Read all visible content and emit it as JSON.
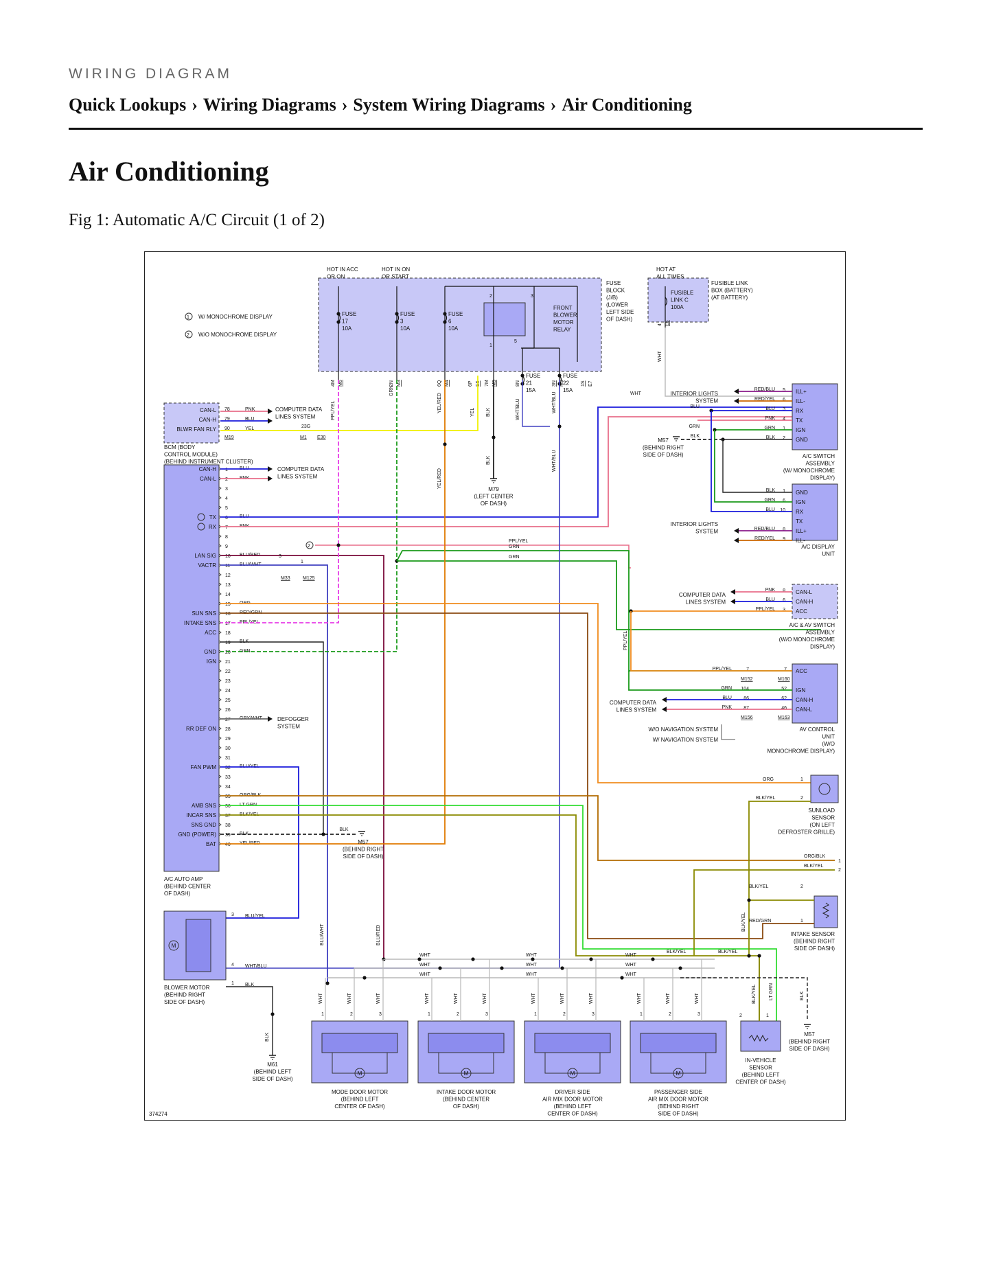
{
  "header": {
    "eyebrow": "WIRING DIAGRAM",
    "breadcrumb": [
      "Quick Lookups",
      "Wiring Diagrams",
      "System Wiring Diagrams",
      "Air Conditioning"
    ],
    "breadcrumb_separator": "›"
  },
  "page": {
    "title": "Air Conditioning",
    "figure_caption": "Fig 1: Automatic A/C Circuit (1 of 2)"
  },
  "diagram": {
    "figure_id": "374274",
    "legend": {
      "n1": "W/ MONOCHROME DISPLAY",
      "n2": "W/O MONOCHROME DISPLAY"
    },
    "power": {
      "hot_acc": [
        "HOT IN ACC",
        "OR ON"
      ],
      "hot_start": [
        "HOT IN ON",
        "OR START"
      ],
      "hot_always": [
        "HOT AT",
        "ALL TIMES"
      ],
      "fuse_block": [
        "FUSE",
        "BLOCK",
        "(J/B)",
        "(LOWER",
        "LEFT SIDE",
        "OF DASH)"
      ],
      "fusible_box": [
        "FUSIBLE LINK",
        "BOX (BATTERY)",
        "(AT BATTERY)"
      ],
      "fusible_link": [
        "FUSIBLE",
        "LINK C",
        "100A"
      ],
      "relay": [
        "FRONT",
        "BLOWER",
        "MOTOR",
        "RELAY"
      ],
      "fuses": [
        {
          "lines": [
            "FUSE",
            "17",
            "10A"
          ]
        },
        {
          "lines": [
            "FUSE",
            "3",
            "10A"
          ]
        },
        {
          "lines": [
            "FUSE",
            "6",
            "10A"
          ]
        },
        {
          "lines": [
            "FUSE",
            "21",
            "15A"
          ]
        },
        {
          "lines": [
            "FUSE",
            "22",
            "15A"
          ]
        }
      ],
      "connectors": [
        "4M",
        "M6",
        "2N",
        "M3",
        "6Q",
        "M4",
        "6P",
        "E6",
        "7M",
        "M5",
        "8N",
        "3N",
        "M3",
        "1S",
        "E7",
        "4",
        "E5"
      ],
      "relay_pins": [
        "2",
        "3",
        "1",
        "5"
      ],
      "wire_colors": [
        "PPL/YEL",
        "GRN",
        "YEL/RED",
        "YEL",
        "BLK",
        "WHT/BLU",
        "WHT/BLU",
        "WHT"
      ]
    },
    "grounds": {
      "m79": [
        "M79",
        "(LEFT CENTER",
        "OF DASH)"
      ],
      "m57a": [
        "M57",
        "(BEHIND RIGHT",
        "SIDE OF DASH)"
      ],
      "m57b": [
        "M57",
        "(BEHIND RIGHT",
        "SIDE OF DASH)"
      ],
      "m57c": [
        "M57",
        "(BEHIND RIGHT",
        "SIDE OF DASH)"
      ],
      "m61": [
        "M61",
        "(BEHIND LEFT",
        "SIDE OF DASH)"
      ]
    },
    "bcm": {
      "pins": [
        {
          "label": "CAN-L",
          "pin": "78",
          "color": "PNK"
        },
        {
          "label": "CAN-H",
          "pin": "79",
          "color": "BLU"
        },
        {
          "label": "BLWR FAN RLY",
          "pin": "90",
          "color": "YEL"
        }
      ],
      "connector": "M19",
      "splice": [
        "23G",
        "M1",
        "E30"
      ],
      "cds": [
        "COMPUTER DATA",
        "LINES SYSTEM"
      ],
      "caption": [
        "BCM (BODY",
        "CONTROL MODULE)",
        "(BEHIND INSTRUMENT CLUSTER)"
      ]
    },
    "amp": {
      "pins": [
        {
          "pin": "1",
          "label": "CAN-H",
          "color": "BLU"
        },
        {
          "pin": "2",
          "label": "CAN-L",
          "color": "PNK"
        },
        {
          "pin": "3",
          "label": "",
          "color": ""
        },
        {
          "pin": "4",
          "label": "",
          "color": ""
        },
        {
          "pin": "5",
          "label": "",
          "color": ""
        },
        {
          "pin": "6",
          "label": "TX",
          "color": "BLU"
        },
        {
          "pin": "7",
          "label": "RX",
          "color": "PNK"
        },
        {
          "pin": "8",
          "label": "",
          "color": ""
        },
        {
          "pin": "9",
          "label": "",
          "color": ""
        },
        {
          "pin": "10",
          "label": "LAN SIG",
          "color": "BLU/RED"
        },
        {
          "pin": "11",
          "label": "VACTR",
          "color": "BLU/WHT"
        },
        {
          "pin": "12",
          "label": "",
          "color": ""
        },
        {
          "pin": "13",
          "label": "",
          "color": ""
        },
        {
          "pin": "14",
          "label": "",
          "color": ""
        },
        {
          "pin": "15",
          "label": "",
          "color": "ORG"
        },
        {
          "pin": "16",
          "label": "SUN SNS",
          "color": "RED/GRN"
        },
        {
          "pin": "17",
          "label": "INTAKE SNS",
          "color": "PPL/YEL"
        },
        {
          "pin": "18",
          "label": "ACC",
          "color": ""
        },
        {
          "pin": "19",
          "label": "",
          "color": "BLK"
        },
        {
          "pin": "20",
          "label": "GND",
          "color": "GRN"
        },
        {
          "pin": "21",
          "label": "IGN",
          "color": ""
        },
        {
          "pin": "22",
          "label": "",
          "color": ""
        },
        {
          "pin": "23",
          "label": "",
          "color": ""
        },
        {
          "pin": "24",
          "label": "",
          "color": ""
        },
        {
          "pin": "25",
          "label": "",
          "color": ""
        },
        {
          "pin": "26",
          "label": "",
          "color": ""
        },
        {
          "pin": "27",
          "label": "",
          "color": "GRY/WHT"
        },
        {
          "pin": "28",
          "label": "RR DEF ON",
          "color": ""
        },
        {
          "pin": "29",
          "label": "",
          "color": ""
        },
        {
          "pin": "30",
          "label": "",
          "color": ""
        },
        {
          "pin": "31",
          "label": "",
          "color": ""
        },
        {
          "pin": "32",
          "label": "FAN PWM",
          "color": "BLU/YEL"
        },
        {
          "pin": "33",
          "label": "",
          "color": ""
        },
        {
          "pin": "34",
          "label": "",
          "color": ""
        },
        {
          "pin": "35",
          "label": "",
          "color": "ORG/BLK"
        },
        {
          "pin": "36",
          "label": "AMB SNS",
          "color": "LT GRN"
        },
        {
          "pin": "37",
          "label": "INCAR SNS",
          "color": "BLK/YEL"
        },
        {
          "pin": "38",
          "label": "SNS GND",
          "color": ""
        },
        {
          "pin": "39",
          "label": "GND (POWER)",
          "color": "BLK"
        },
        {
          "pin": "40",
          "label": "BAT",
          "color": "YEL/RED"
        }
      ],
      "cds": [
        "COMPUTER DATA",
        "LINES SYSTEM"
      ],
      "defogger": [
        "DEFOGGER",
        "SYSTEM"
      ],
      "splices": [
        "3",
        "1",
        "M33",
        "M125"
      ],
      "gnd_wire": "BLK",
      "caption": [
        "A/C AUTO AMP",
        "(BEHIND CENTER",
        "OF DASH)"
      ]
    },
    "mid_wires": [
      "PPL/YEL",
      "GRN",
      "GRN",
      "PPL/YEL"
    ],
    "ac_switch": {
      "pins": [
        {
          "label": "ILL+",
          "pin": "5",
          "color": "RED/BLU"
        },
        {
          "label": "ILL-",
          "pin": "6",
          "color": "RED/YEL"
        },
        {
          "label": "RX",
          "pin": "3",
          "color": "BLU"
        },
        {
          "label": "TX",
          "pin": "4",
          "color": "PNK"
        },
        {
          "label": "IGN",
          "pin": "1",
          "color": "GRN"
        },
        {
          "label": "GND",
          "pin": "2",
          "color": "BLK"
        }
      ],
      "interior": [
        "INTERIOR LIGHTS",
        "SYSTEM"
      ],
      "wht": "WHT",
      "blu": "BLU",
      "grn": "GRN",
      "blk": "BLK",
      "caption": [
        "A/C SWITCH",
        "ASSEMBLY",
        "(W/ MONOCHROME",
        "DISPLAY)"
      ]
    },
    "ac_display": {
      "pins": [
        {
          "label": "GND",
          "pin": "1",
          "color": "BLK"
        },
        {
          "label": "IGN",
          "pin": "6",
          "color": "GRN"
        },
        {
          "label": "RX",
          "pin": "10",
          "color": "BLU"
        },
        {
          "label": "TX",
          "pin": "",
          "color": ""
        },
        {
          "label": "ILL+",
          "pin": "8",
          "color": "RED/BLU"
        },
        {
          "label": "ILL-",
          "pin": "9",
          "color": "RED/YEL"
        }
      ],
      "interior": [
        "INTERIOR LIGHTS",
        "SYSTEM"
      ],
      "caption": [
        "A/C DISPLAY",
        "UNIT"
      ]
    },
    "av_switch": {
      "pins": [
        {
          "label": "CAN-L",
          "pin": "8",
          "color": "PNK"
        },
        {
          "label": "CAN-H",
          "pin": "6",
          "color": "BLU"
        },
        {
          "label": "ACC",
          "pin": "3",
          "color": "PPL/YEL"
        }
      ],
      "cds": [
        "COMPUTER DATA",
        "LINES SYSTEM"
      ],
      "caption": [
        "A/C & AV SWITCH",
        "ASSEMBLY",
        "(W/O MONOCHROME",
        "DISPLAY)"
      ]
    },
    "av_control": {
      "rows": [
        {
          "label": "ACC",
          "color": "PPL/YEL",
          "p1": "7",
          "p2": "7"
        },
        {
          "label": "IGN",
          "color": "GRN",
          "p1": "104",
          "p2": "52"
        },
        {
          "label": "CAN-H",
          "color": "BLU",
          "p1": "86",
          "p2": "62"
        },
        {
          "label": "CAN-L",
          "color": "PNK",
          "p1": "87",
          "p2": "46"
        }
      ],
      "connectors": [
        "M152",
        "M160",
        "M156",
        "M163"
      ],
      "cds": [
        "COMPUTER DATA",
        "LINES SYSTEM"
      ],
      "nav": [
        "W/O NAVIGATION SYSTEM",
        "W/ NAVIGATION SYSTEM"
      ],
      "ppl_yel_vertical": "PPL/YEL",
      "caption": [
        "AV CONTROL",
        "UNIT",
        "(W/O",
        "MONOCHROME DISPLAY)"
      ]
    },
    "sunload": {
      "pins": [
        {
          "pin": "1",
          "color": "ORG"
        },
        {
          "pin": "2",
          "color": "BLK/YEL"
        }
      ],
      "caption": [
        "SUNLOAD",
        "SENSOR",
        "(ON LEFT",
        "DEFROSTER GRILLE)"
      ]
    },
    "offpage": {
      "pins": [
        {
          "pin": "1",
          "color": "ORG/BLK"
        },
        {
          "pin": "2",
          "color": "BLK/YEL"
        }
      ]
    },
    "intake_sensor": {
      "pins": [
        {
          "pin": "2",
          "color": "BLK/YEL"
        },
        {
          "pin": "1",
          "color": "RED/GRN"
        }
      ],
      "caption": [
        "INTAKE SENSOR",
        "(BEHIND RIGHT",
        "SIDE OF DASH)"
      ]
    },
    "blower": {
      "pins": [
        {
          "pin": "3",
          "color": "BLU/YEL"
        },
        {
          "pin": "4",
          "color": "WHT/BLU"
        },
        {
          "pin": "1",
          "color": "BLK"
        }
      ],
      "caption": [
        "BLOWER MOTOR",
        "(BEHIND RIGHT",
        "SIDE OF DASH)"
      ]
    },
    "bus": {
      "wht": "WHT",
      "blu_wht": "BLU/WHT",
      "blu_red": "BLU/RED",
      "blk_yel": "BLK/YEL",
      "lt_grn": "LT GRN",
      "blk": "BLK"
    },
    "motors": [
      {
        "caption": [
          "MODE DOOR MOTOR",
          "(BEHIND LEFT",
          "CENTER OF DASH)"
        ]
      },
      {
        "caption": [
          "INTAKE DOOR MOTOR",
          "(BEHIND CENTER",
          "OF DASH)"
        ]
      },
      {
        "caption": [
          "DRIVER SIDE",
          "AIR MIX DOOR MOTOR",
          "(BEHIND LEFT",
          "CENTER OF DASH)"
        ]
      },
      {
        "caption": [
          "PASSENGER SIDE",
          "AIR MIX DOOR MOTOR",
          "(BEHIND RIGHT",
          "SIDE OF DASH)"
        ]
      }
    ],
    "motor_pins": [
      "1",
      "2",
      "3"
    ],
    "motor_symbol": "M",
    "in_vehicle_sensor": {
      "pins": [
        "2",
        "1"
      ],
      "caption": [
        "IN-VEHICLE",
        "SENSOR",
        "(BEHIND LEFT",
        "CENTER OF DASH)"
      ]
    },
    "colors": {
      "module_fill": "#a9a9f5",
      "module_fill_light": "#c8c8f7",
      "blu": "#1a1adb",
      "pnk": "#e86e8a",
      "yel": "#f0f000",
      "grn": "#1a9a1a",
      "ltgrn": "#33dd33",
      "ppl_yel": "#e83ce8",
      "org": "#f08c1e",
      "red_grn": "#8a4a10",
      "blu_red": "#7a0a3a",
      "blu_wht": "#4040c0",
      "blk": "#222222",
      "blk_yel": "#8a8a00",
      "wht": "#b8b8b8",
      "red_blu": "#8a1a8a",
      "red_yel": "#cc6600",
      "yel_red": "#e07a00"
    }
  }
}
